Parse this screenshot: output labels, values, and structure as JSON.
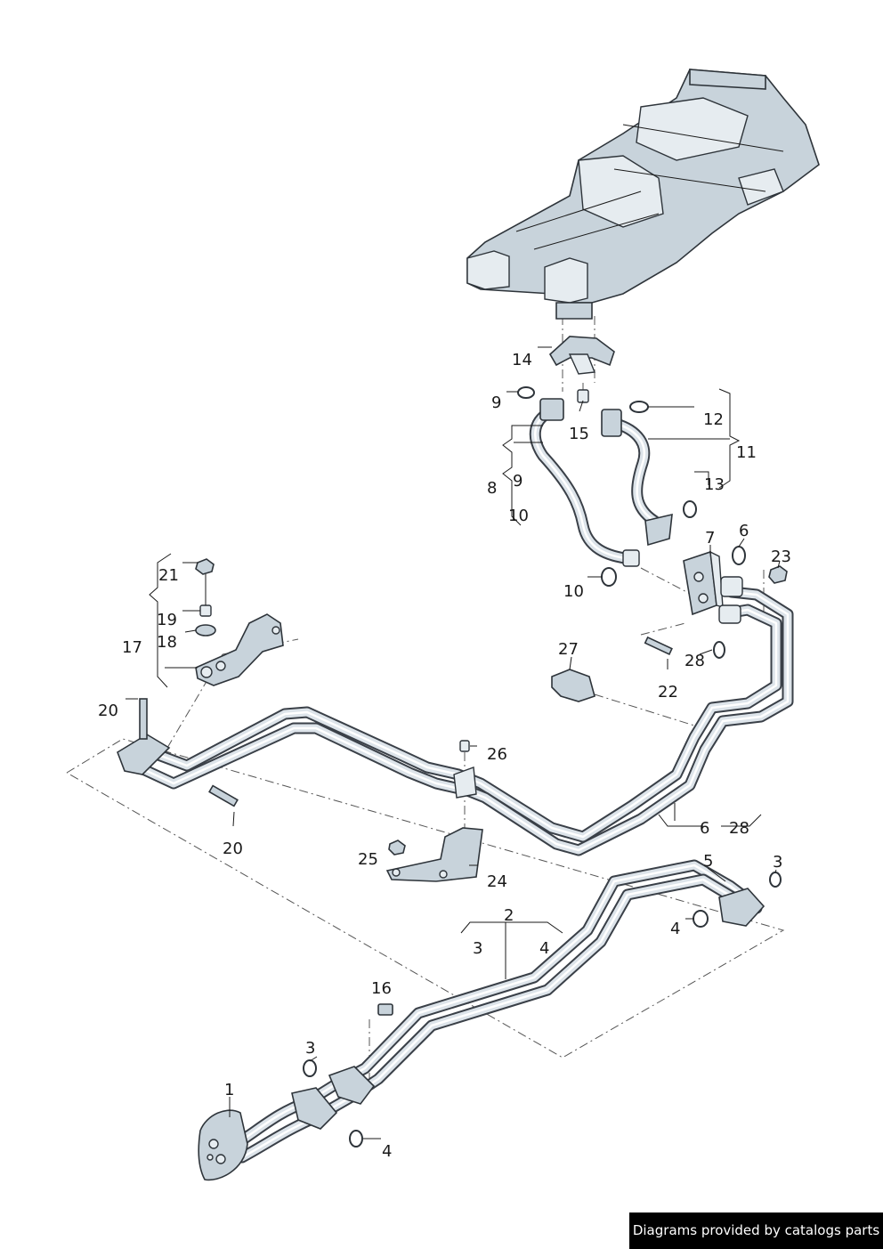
{
  "credit": "Diagrams provided by catalogs parts",
  "callouts": {
    "c1": "1",
    "c2": "2",
    "c3a": "3",
    "c3b": "3",
    "c3c": "3",
    "c4a": "4",
    "c4b": "4",
    "c4c": "4",
    "c5": "5",
    "c6a": "6",
    "c6b": "6",
    "c7": "7",
    "c8": "8",
    "c9a": "9",
    "c9b": "9",
    "c10a": "10",
    "c10b": "10",
    "c11": "11",
    "c12": "12",
    "c13": "13",
    "c14": "14",
    "c15": "15",
    "c16": "16",
    "c17": "17",
    "c18": "18",
    "c19": "19",
    "c20a": "20",
    "c20b": "20",
    "c21": "21",
    "c22": "22",
    "c23": "23",
    "c24": "24",
    "c25": "25",
    "c26": "26",
    "c27": "27",
    "c28a": "28",
    "c28b": "28"
  }
}
